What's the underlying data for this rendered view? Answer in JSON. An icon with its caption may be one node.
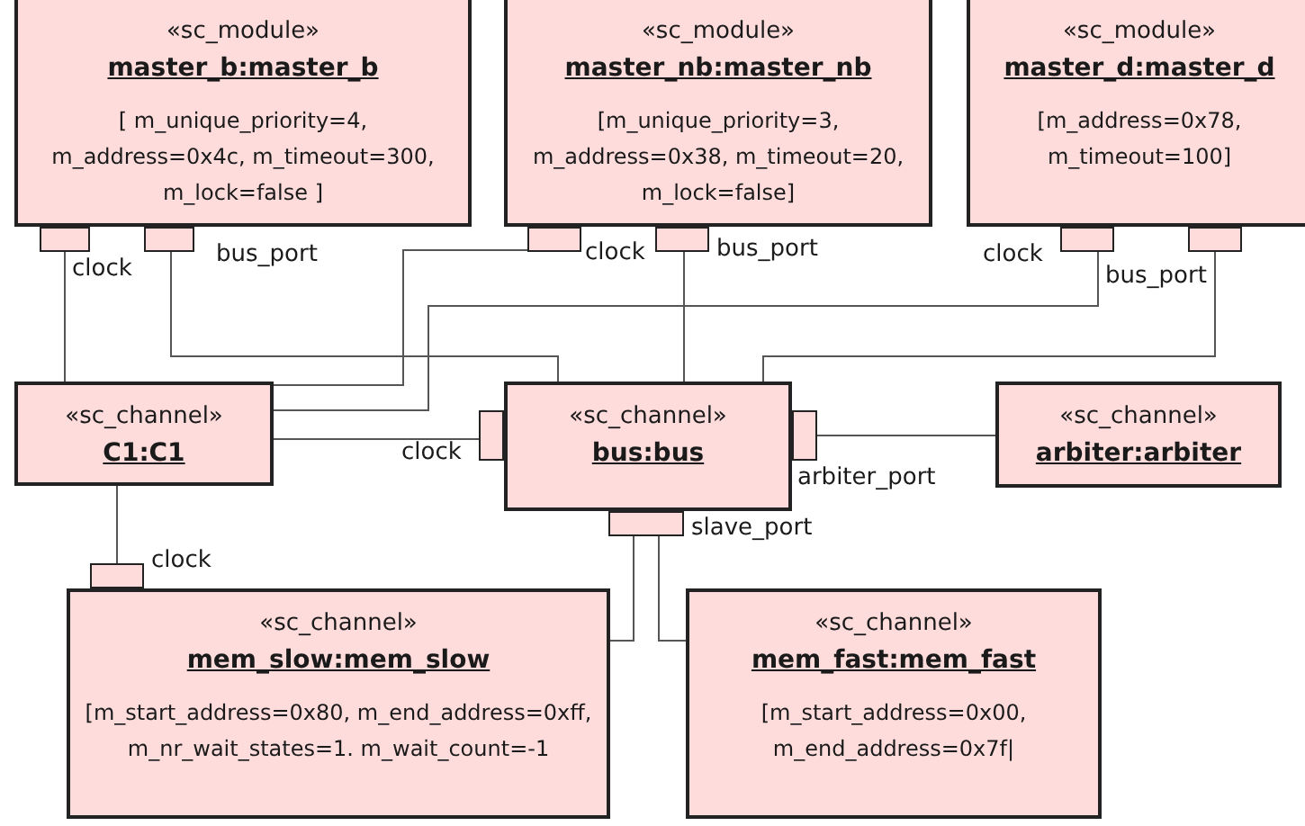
{
  "diagram": {
    "nodes": [
      {
        "text": [
          "«sc_module»",
          "master_b:master_b",
          "[ m_unique_priority=4, m_address=0x4c, m_timeout=300, m_lock=false ]"
        ]
      },
      {
        "text": [],
        "shape": "box",
        "beside": [
          "clock"
        ]
      },
      {
        "text": [],
        "shape": "box",
        "beside": [
          "bus_port"
        ]
      },
      {
        "text": [
          "«sc_module»",
          "master_nb:master_nb",
          "[m_unique_priority=3, m_address=0x38, m_timeout=20, m_lock=false]"
        ]
      },
      {
        "text": [],
        "shape": "box",
        "beside": [
          "clock"
        ]
      },
      {
        "text": [],
        "shape": "box",
        "beside": [
          "bus_port"
        ]
      },
      {
        "text": [
          "«sc_module»",
          "master_d:master_d",
          "[m_address=0x78, m_timeout=100]"
        ]
      },
      {
        "text": [],
        "shape": "box",
        "beside": [
          "clock"
        ]
      },
      {
        "text": [],
        "shape": "box",
        "beside": [
          "bus_port"
        ]
      },
      {
        "text": [
          "«sc_channel»",
          "C1:C1"
        ]
      },
      {
        "text": [
          "«sc_channel»",
          "bus:bus"
        ]
      },
      {
        "text": [],
        "shape": "box",
        "beside": [
          "clock"
        ]
      },
      {
        "text": [],
        "shape": "box",
        "beside": [
          "arbiter_port"
        ]
      },
      {
        "text": [
          "«sc_channel»",
          "arbiter:arbiter"
        ]
      },
      {
        "text": [],
        "shape": "box",
        "beside": [
          "slave_port"
        ]
      },
      {
        "text": [],
        "shape": "box",
        "beside": [
          "clock"
        ]
      },
      {
        "text": [
          "«sc_channel»",
          "mem_slow:mem_slow",
          "[m_start_address=0x80, m_end_address=0xff, m_nr_wait_states=1. m_wait_count=-1"
        ]
      },
      {
        "text": [
          "«sc_channel»",
          "mem_fast:mem_fast",
          "[m_start_address=0x00, m_end_address=0x7f|"
        ]
      }
    ],
    "edges": [
      {
        "from": 1,
        "to": 9,
        "arrow": "none"
      },
      {
        "from": 2,
        "to": 10,
        "arrow": "none"
      },
      {
        "from": 4,
        "to": 9,
        "arrow": "none"
      },
      {
        "from": 5,
        "to": 10,
        "arrow": "none"
      },
      {
        "from": 7,
        "to": 9,
        "arrow": "none"
      },
      {
        "from": 8,
        "to": 10,
        "arrow": "none"
      },
      {
        "from": 9,
        "to": 11,
        "arrow": "none"
      },
      {
        "from": 12,
        "to": 13,
        "arrow": "none"
      },
      {
        "from": 9,
        "to": 15,
        "arrow": "none"
      },
      {
        "from": 14,
        "to": 16,
        "arrow": "none"
      },
      {
        "from": 14,
        "to": 17,
        "arrow": "none"
      }
    ]
  }
}
